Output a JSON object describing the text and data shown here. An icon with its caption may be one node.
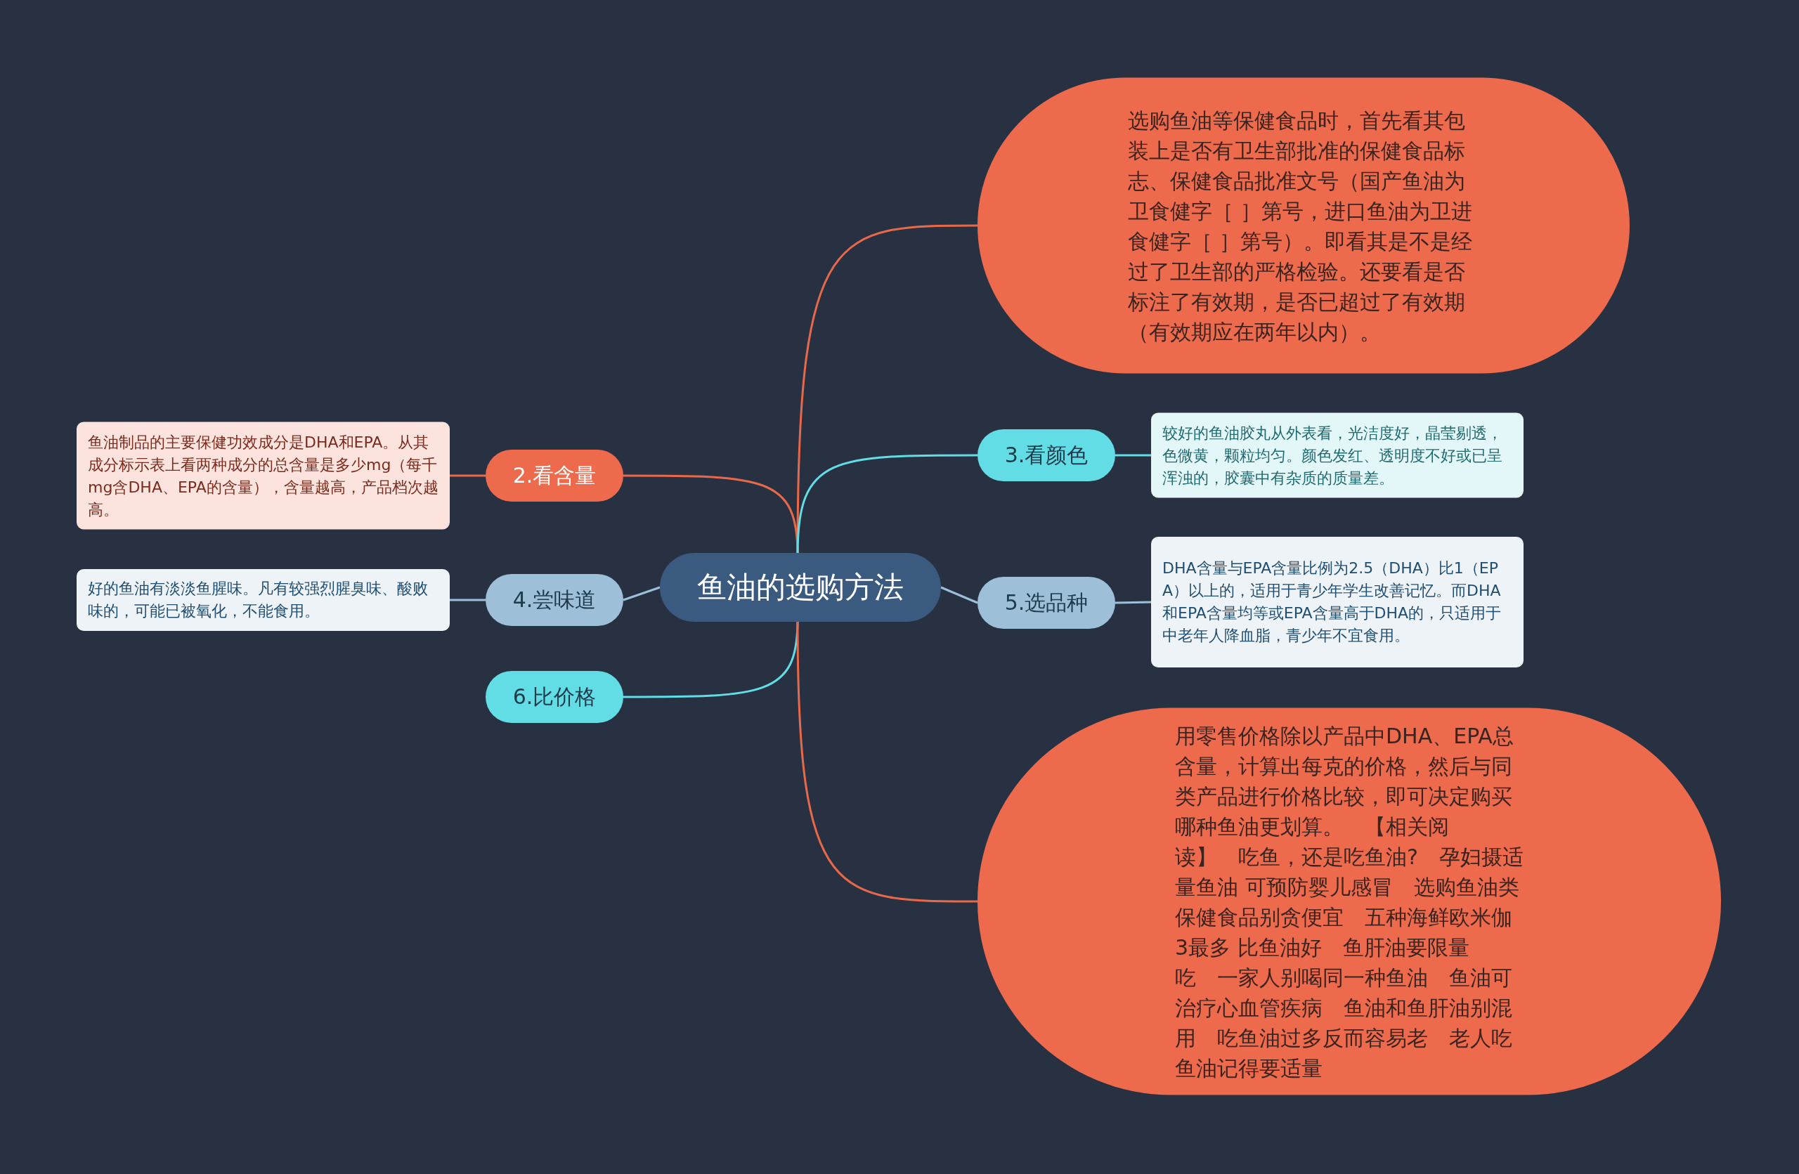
{
  "diagram": {
    "nodes": [
      {
        "text": [
          "鱼油的选购方法"
        ]
      },
      {
        "text": [
          "选购鱼油等保健食品时，首先看其包装上是否有卫生部批准的保健食品标志、保健食品批准文号（国产鱼油为卫食健字［ ］第号，进口鱼油为卫进食健字［ ］第号）。即看其是不是经过了卫生部的严格检验。还要看是否标注了有效期，是否已超过了有效期（有效期应在两年以内）。"
        ]
      },
      {
        "text": [
          "2.看含量"
        ]
      },
      {
        "text": [
          "鱼油制品的主要保健功效成分是DHA和EPA。从其成分标示表上看两种成分的总含量是多少mg（每千mg含DHA、EPA的含量），含量越高，产品档次越高。"
        ]
      },
      {
        "text": [
          "3.看颜色"
        ]
      },
      {
        "text": [
          "较好的鱼油胶丸从外表看，光洁度好，晶莹剔透，色微黄，颗粒均匀。颜色发红、透明度不好或已呈浑浊的，胶囊中有杂质的质量差。"
        ]
      },
      {
        "text": [
          "4.尝味道"
        ]
      },
      {
        "text": [
          "好的鱼油有淡淡鱼腥味。凡有较强烈腥臭味、酸败味的，可能已被氧化，不能食用。"
        ]
      },
      {
        "text": [
          "5.选品种"
        ]
      },
      {
        "text": [
          "DHA含量与EPA含量比例为2.5（DHA）比1（EPA）以上的，适用于青少年学生改善记忆。而DHA和EPA含量均等或EPA含量高于DHA的，只适用于中老年人降血脂，青少年不宜食用。"
        ]
      },
      {
        "text": [
          "6.比价格"
        ]
      },
      {
        "text": [
          "用零售价格除以产品中DHA、EPA总含量，计算出每克的价格，然后与同类产品进行价格比较，即可决定购买哪种鱼油更划算。　【相关阅读】　吃鱼，还是吃鱼油?　孕妇摄适量鱼油 可预防婴儿感冒　选购鱼油类保健食品别贪便宜　五种海鲜欧米伽3最多 比鱼油好　鱼肝油要限量吃　一家人别喝同一种鱼油　鱼油可治疗心血管疾病　鱼油和鱼肝油别混用　吃鱼油过多反而容易老　老人吃鱼油记得要适量"
        ]
      }
    ],
    "edges": [
      {
        "from": 0,
        "to": 1,
        "arrow": "none",
        "color": "#e8694a"
      },
      {
        "from": 0,
        "to": 2,
        "arrow": "none",
        "color": "#e8694a"
      },
      {
        "from": 2,
        "to": 3,
        "arrow": "none",
        "color": "#e8694a"
      },
      {
        "from": 0,
        "to": 4,
        "arrow": "none",
        "color": "#62dde6"
      },
      {
        "from": 4,
        "to": 5,
        "arrow": "none",
        "color": "#62dde6"
      },
      {
        "from": 0,
        "to": 6,
        "arrow": "none",
        "color": "#9dc0d8"
      },
      {
        "from": 6,
        "to": 7,
        "arrow": "none",
        "color": "#9dc0d8"
      },
      {
        "from": 0,
        "to": 8,
        "arrow": "none",
        "color": "#9dc0d8"
      },
      {
        "from": 8,
        "to": 9,
        "arrow": "none",
        "color": "#9dc0d8"
      },
      {
        "from": 0,
        "to": 10,
        "arrow": "none",
        "color": "#62dde6"
      },
      {
        "from": 0,
        "to": 11,
        "arrow": "none",
        "color": "#e8694a"
      }
    ]
  }
}
